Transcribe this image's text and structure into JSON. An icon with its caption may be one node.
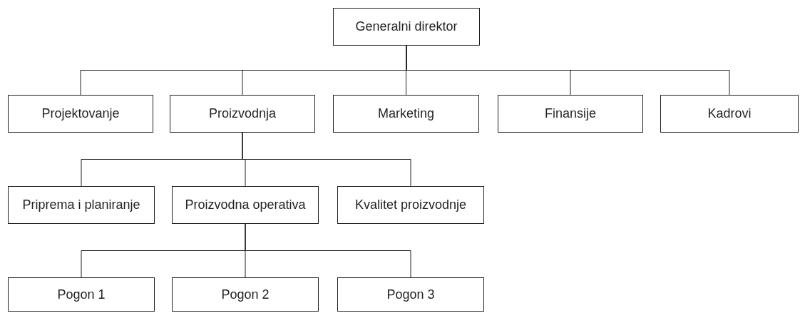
{
  "diagram": {
    "nodes": [
      {
        "text": [
          "Generalni direktor"
        ]
      },
      {
        "text": [
          "Projektovanje"
        ]
      },
      {
        "text": [
          "Proizvodnja"
        ]
      },
      {
        "text": [
          "Marketing"
        ]
      },
      {
        "text": [
          "Finansije"
        ]
      },
      {
        "text": [
          "Kadrovi"
        ]
      },
      {
        "text": [
          "Priprema i planiranje"
        ]
      },
      {
        "text": [
          "Proizvodna operativa"
        ]
      },
      {
        "text": [
          "Kvalitet proizvodnje"
        ]
      },
      {
        "text": [
          "Pogon 1"
        ]
      },
      {
        "text": [
          "Pogon 2"
        ]
      },
      {
        "text": [
          "Pogon 3"
        ]
      }
    ],
    "edges": [
      {
        "from": 0,
        "to": 1,
        "arrow": "none"
      },
      {
        "from": 0,
        "to": 2,
        "arrow": "none"
      },
      {
        "from": 0,
        "to": 3,
        "arrow": "none"
      },
      {
        "from": 0,
        "to": 4,
        "arrow": "none"
      },
      {
        "from": 0,
        "to": 5,
        "arrow": "none"
      },
      {
        "from": 2,
        "to": 6,
        "arrow": "none"
      },
      {
        "from": 2,
        "to": 7,
        "arrow": "none"
      },
      {
        "from": 2,
        "to": 8,
        "arrow": "none"
      },
      {
        "from": 7,
        "to": 9,
        "arrow": "none"
      },
      {
        "from": 7,
        "to": 10,
        "arrow": "none"
      },
      {
        "from": 7,
        "to": 11,
        "arrow": "none"
      }
    ]
  }
}
